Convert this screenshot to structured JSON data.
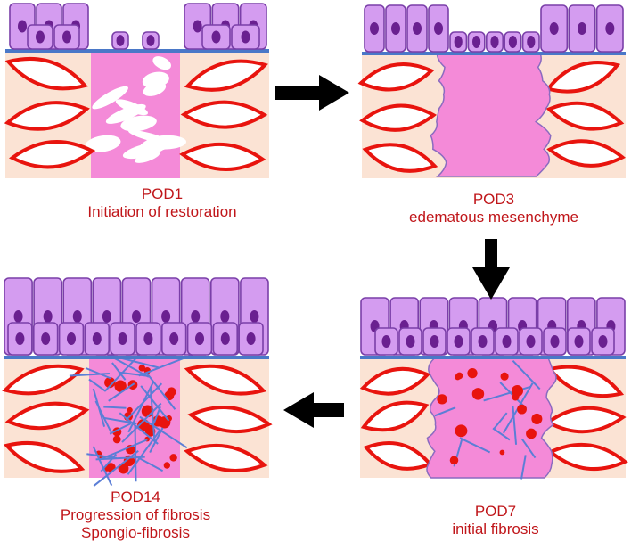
{
  "panels": [
    {
      "id": "pod1",
      "lines": [
        "POD1",
        "Initiation of restoration"
      ]
    },
    {
      "id": "pod3",
      "lines": [
        "POD3",
        "edematous mesenchyme"
      ]
    },
    {
      "id": "pod7",
      "lines": [
        "POD7",
        "initial fibrosis"
      ]
    },
    {
      "id": "pod14",
      "lines": [
        "POD14",
        "Progression of fibrosis",
        "Spongio-fibrosis"
      ]
    }
  ],
  "colors": {
    "cell_fill": "#d49cf0",
    "cell_stroke": "#7a3fa8",
    "nucleus": "#6a2090",
    "basement": "#4a78c8",
    "stroma": "#fbe3d4",
    "vessel": "#e8140e",
    "wound": "#f48ad8",
    "fibers": "#5b7ed6",
    "arrow": "#000000",
    "text": "#c0161a"
  },
  "icons": {
    "arrow_right": "right-arrow-icon",
    "arrow_down": "down-arrow-icon",
    "arrow_left": "left-arrow-icon"
  }
}
